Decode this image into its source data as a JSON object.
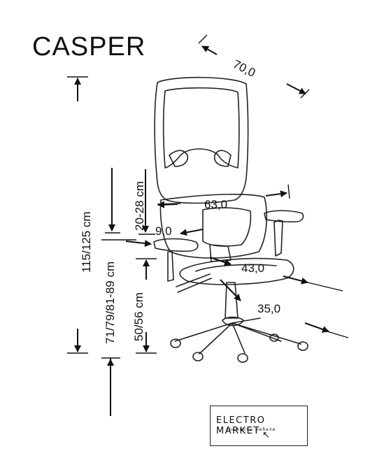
{
  "title": "CASPER",
  "dimensions": {
    "width": "70,0",
    "seat_width": "63,0",
    "armrest": "9,0",
    "seat_depth": "43,0",
    "base": "35,0",
    "total_height": "115/125 cm",
    "headrest_adjust": "20-28 cm",
    "armrest_height": "71/79/81-89 cm",
    "seat_height": "50/56 cm"
  },
  "logo": {
    "brand": "ELECTRO MARKET",
    "tagline": "элементы мебели",
    "icon": "cursor-arrow-icon"
  }
}
